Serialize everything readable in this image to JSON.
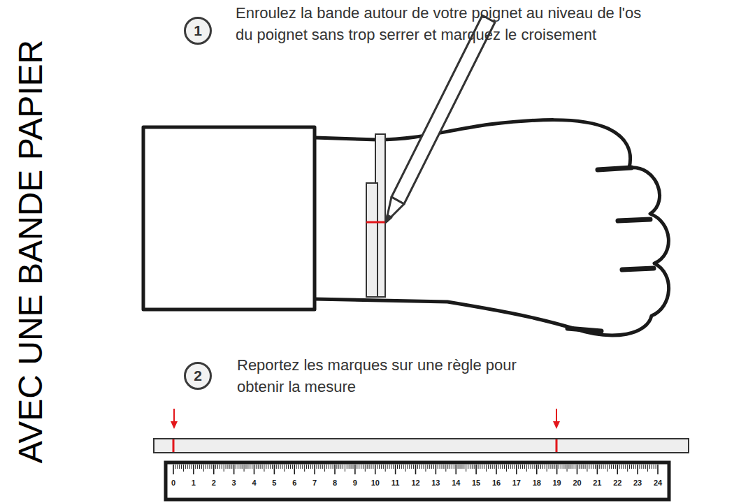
{
  "diagram": {
    "title": "AVEC UNE BANDE PAPIER",
    "nodes": [
      {
        "text": [
          "1"
        ]
      },
      {
        "text": [
          "2"
        ]
      }
    ],
    "labels": [
      "Enroulez la bande autour de votre poignet au niveau de l'os du poignet sans trop serrer et marquez le croisement",
      "Reportez les marques sur une règle pour obtenir la mesure",
      "0",
      "1",
      "2",
      "3",
      "4",
      "5",
      "6",
      "7",
      "8",
      "9",
      "10",
      "11",
      "12",
      "13",
      "14",
      "15",
      "16",
      "17",
      "18",
      "19",
      "20",
      "21",
      "22",
      "23",
      "24"
    ]
  }
}
